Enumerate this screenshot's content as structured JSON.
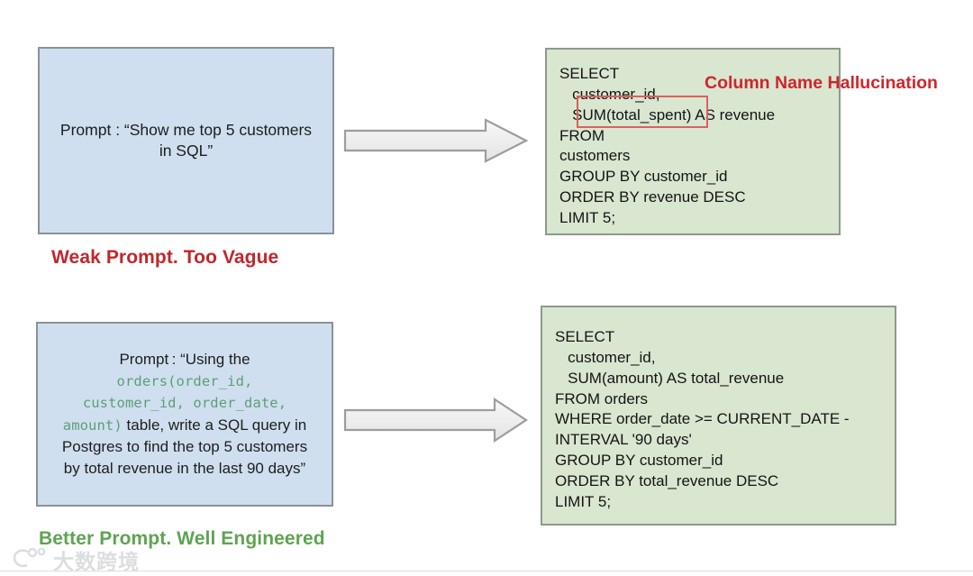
{
  "slide": {
    "background_color": "#ffffff",
    "blue_box_color": "#cfdfef",
    "green_box_color": "#d9e6d0",
    "accent_red": "#c1272d",
    "accent_green": "#5fa352",
    "highlight_red": "#d9615f",
    "code_green": "#5d9e77"
  },
  "row1": {
    "prompt": {
      "line1": "Prompt : “Show me top 5 customers",
      "line2": "in SQL”"
    },
    "caption": "Weak Prompt. Too Vague",
    "annotation": "Column Name Hallucination",
    "sql": "SELECT\n   customer_id,\n   SUM(total_spent) AS revenue\nFROM\ncustomers\nGROUP BY customer_id\nORDER BY revenue DESC\nLIMIT 5;",
    "sql_lines": [
      "SELECT",
      "   customer_id,",
      "   SUM(total_spent) AS revenue",
      "FROM",
      "customers",
      "GROUP BY customer_id",
      "ORDER BY revenue DESC",
      "LIMIT 5;"
    ],
    "highlighted_token": "SUM(total_spent)",
    "arrow": "right-arrow"
  },
  "row2": {
    "prompt": {
      "pre": "Prompt : “Using the",
      "code": "orders(order_id, customer_id, order_date, amount)",
      "post_line1": "table, write a SQL query in",
      "post_line2": "Postgres to find the top 5 customers",
      "post_line3": "by total revenue in the last 90 days”"
    },
    "caption": "Better Prompt. Well Engineered",
    "sql": "SELECT\n   customer_id,\n   SUM(amount) AS total_revenue\nFROM orders\nWHERE order_date >= CURRENT_DATE -\nINTERVAL '90 days'\nGROUP BY customer_id\nORDER BY total_revenue DESC\nLIMIT 5;",
    "sql_lines": [
      "SELECT",
      "   customer_id,",
      "   SUM(amount) AS total_revenue",
      "FROM orders",
      "WHERE order_date >= CURRENT_DATE -",
      "INTERVAL '90 days'",
      "GROUP BY customer_id",
      "ORDER BY total_revenue DESC",
      "LIMIT 5;"
    ],
    "arrow": "right-arrow"
  },
  "watermark": {
    "text": "大数跨境",
    "icon": "logo-icon"
  }
}
